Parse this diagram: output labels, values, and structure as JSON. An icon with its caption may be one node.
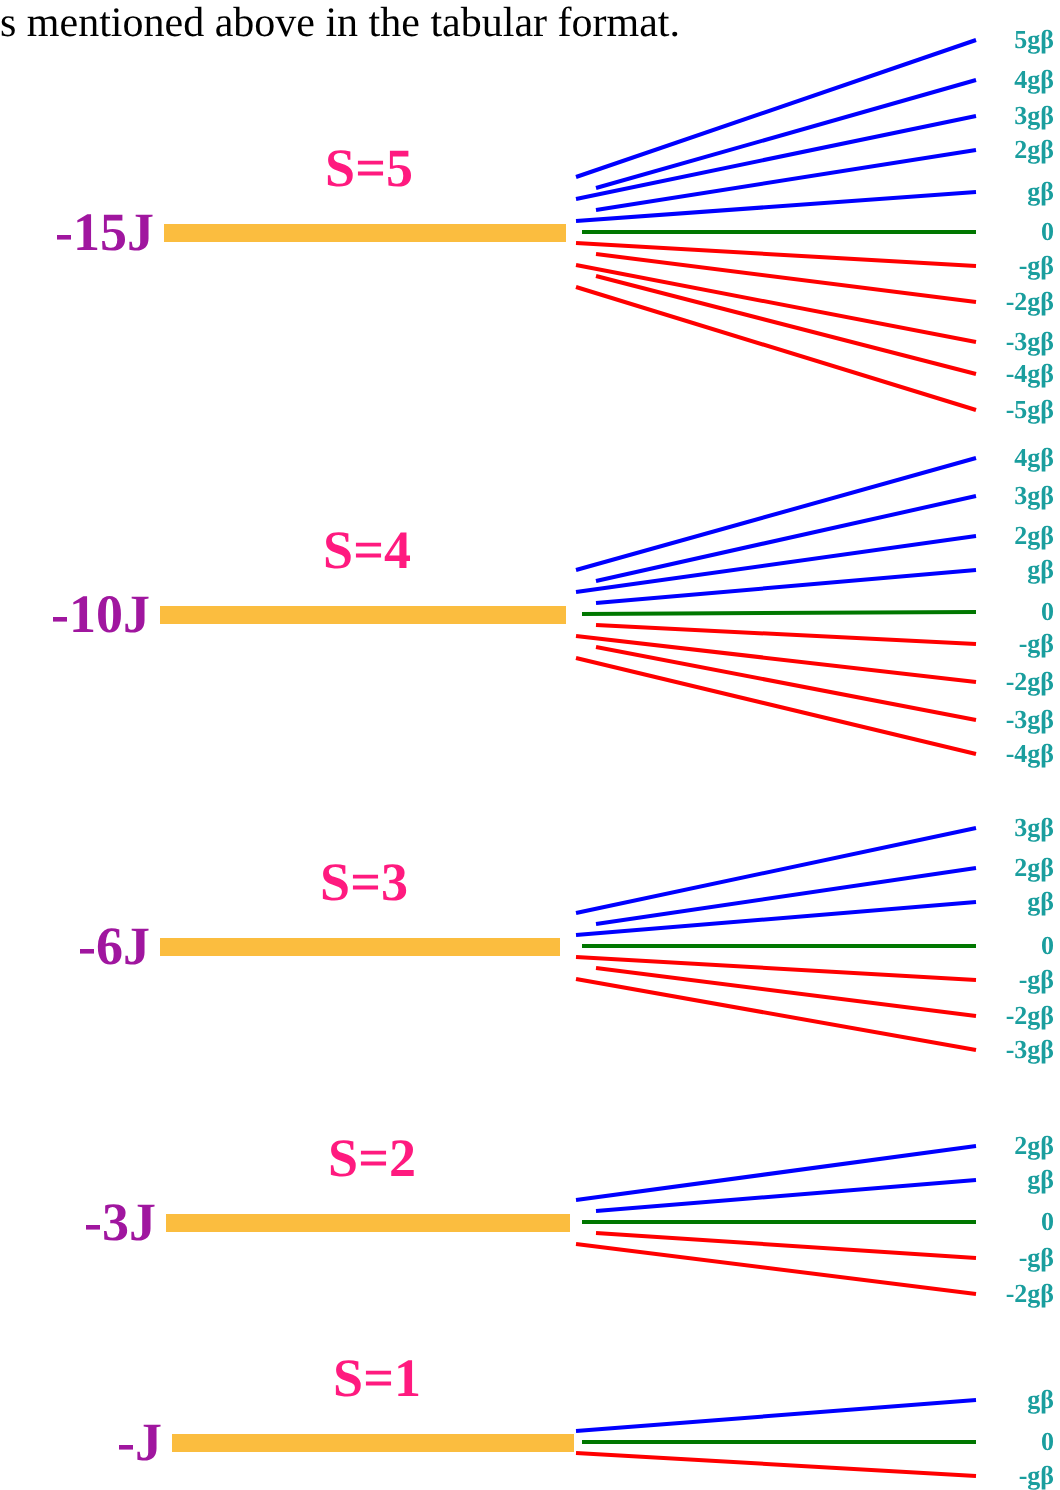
{
  "diagram": {
    "nodes": [
      {
        "text": [],
        "shape": "bar",
        "beside": [
          "S=5",
          "-15J"
        ]
      },
      {
        "text": [],
        "shape": "bar",
        "beside": [
          "S=4",
          "-10J"
        ]
      },
      {
        "text": [],
        "shape": "bar",
        "beside": [
          "S=3",
          "-6J"
        ]
      },
      {
        "text": [],
        "shape": "bar",
        "beside": [
          "S=2",
          "-3J"
        ]
      },
      {
        "text": [],
        "shape": "bar",
        "beside": [
          "S=1",
          "-J"
        ]
      }
    ],
    "labels": [
      "s mentioned above in the tabular format.",
      "5gβ",
      "4gβ",
      "3gβ",
      "2gβ",
      "gβ",
      "0",
      "-gβ",
      "-2gβ",
      "-3gβ",
      "-4gβ",
      "-5gβ",
      "4gβ",
      "3gβ",
      "2gβ",
      "gβ",
      "0",
      "-gβ",
      "-2gβ",
      "-3gβ",
      "-4gβ",
      "3gβ",
      "2gβ",
      "gβ",
      "0",
      "-gβ",
      "-2gβ",
      "-3gβ",
      "2gβ",
      "gβ",
      "0",
      "-gβ",
      "-2gβ",
      "gβ",
      "0",
      "-gβ"
    ]
  }
}
